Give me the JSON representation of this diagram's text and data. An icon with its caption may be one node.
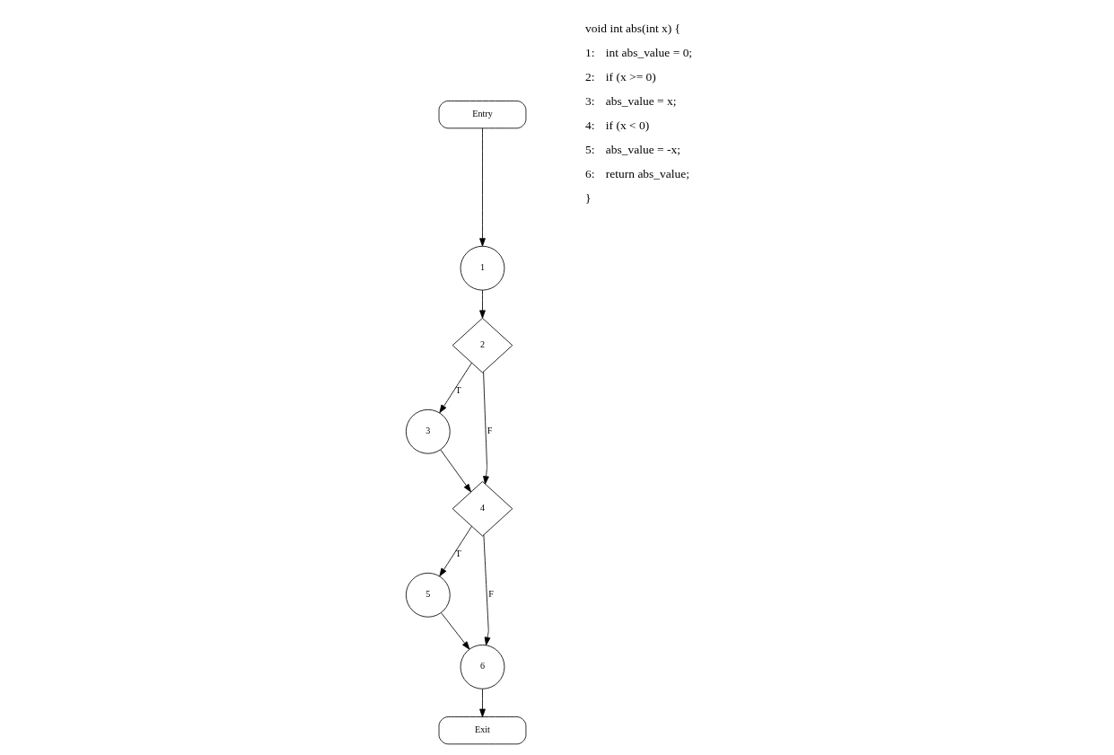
{
  "diagram": {
    "nodes": [
      {
        "text": [
          "Entry"
        ]
      },
      {
        "text": [
          "1"
        ]
      },
      {
        "text": [
          "2"
        ]
      },
      {
        "text": [
          "3"
        ]
      },
      {
        "text": [
          "4"
        ]
      },
      {
        "text": [
          "5"
        ]
      },
      {
        "text": [
          "6"
        ]
      },
      {
        "text": [
          "Exit"
        ]
      }
    ],
    "edges": [
      {
        "from": 0,
        "to": 1,
        "arrow": "to"
      },
      {
        "from": 1,
        "to": 2,
        "arrow": "to"
      },
      {
        "from": 2,
        "to": 3,
        "arrow": "to",
        "label": "T"
      },
      {
        "from": 2,
        "to": 4,
        "arrow": "to",
        "label": "F"
      },
      {
        "from": 3,
        "to": 4,
        "arrow": "to"
      },
      {
        "from": 4,
        "to": 5,
        "arrow": "to",
        "label": "T"
      },
      {
        "from": 4,
        "to": 6,
        "arrow": "to",
        "label": "F"
      },
      {
        "from": 5,
        "to": 6,
        "arrow": "to"
      },
      {
        "from": 6,
        "to": 7,
        "arrow": "to"
      }
    ],
    "labels": [
      "void int abs(int x) {",
      "1:",
      "int abs_value = 0;",
      "2:",
      "if (x >= 0)",
      "3:",
      "abs_value = x;",
      "4:",
      "if (x < 0)",
      "5:",
      "abs_value = -x;",
      "6:",
      "return abs_value;",
      "}"
    ]
  }
}
